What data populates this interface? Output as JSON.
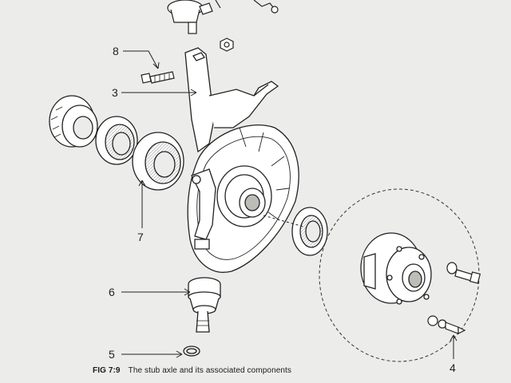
{
  "figure": {
    "caption_label": "FIG 7:9",
    "caption_text": "The stub axle and its associated components",
    "callouts": {
      "c3": "3",
      "c4": "4",
      "c5": "5",
      "c6": "6",
      "c7": "7",
      "c8": "8"
    }
  },
  "colors": {
    "paper": "#ecedea",
    "ink": "#222222",
    "shade": "#bdbdb8"
  }
}
